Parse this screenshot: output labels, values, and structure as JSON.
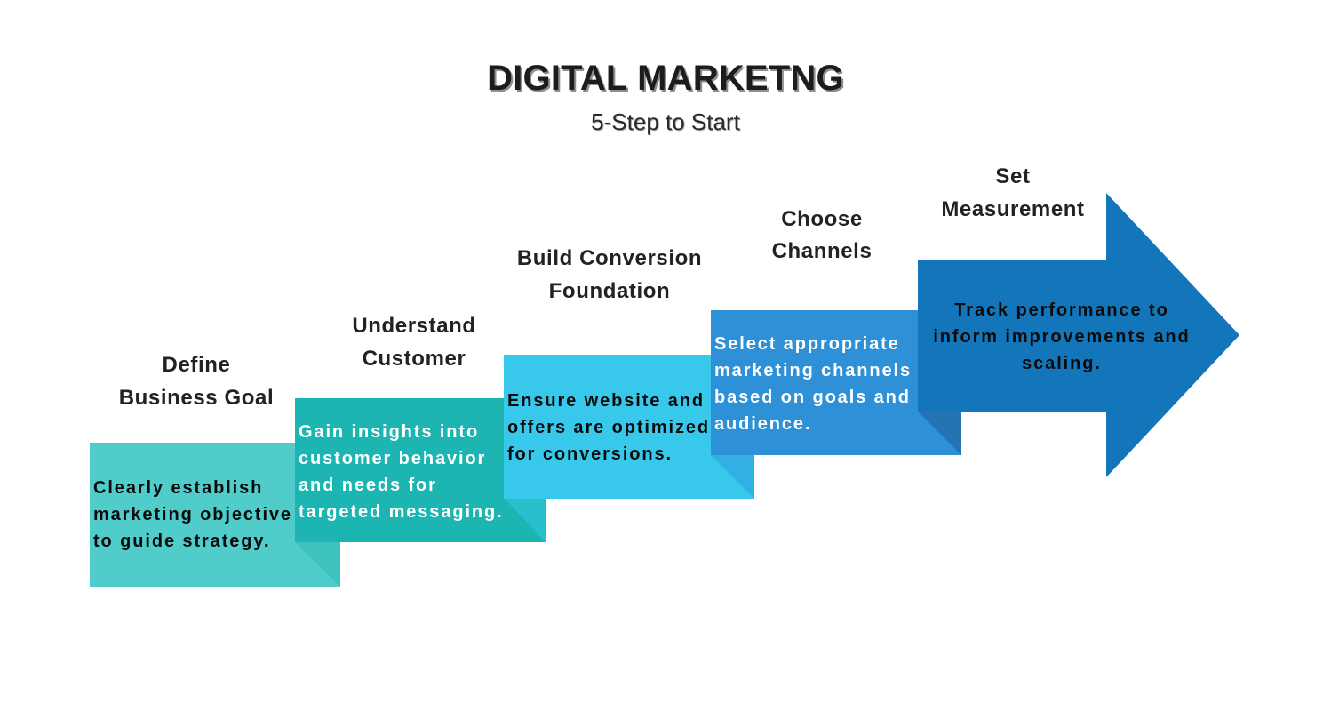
{
  "title": "DIGITAL MARKETNG",
  "subtitle": "5-Step to Start",
  "steps": [
    {
      "heading_lines": [
        "Define",
        "Business Goal"
      ],
      "description_lines": [
        "Clearly establish",
        "marketing objective",
        "to guide strategy."
      ],
      "color": "#50cdcb",
      "fold_color": "#3cc3c0",
      "text_color": "#0b0b0b"
    },
    {
      "heading_lines": [
        "Understand",
        "Customer"
      ],
      "description_lines": [
        "Gain insights into",
        "customer behavior",
        "and needs for",
        "targeted messaging."
      ],
      "color": "#1cb5b2",
      "fold_color": "#29bfcc",
      "text_color": "#ffffff"
    },
    {
      "heading_lines": [
        "Build Conversion",
        "Foundation"
      ],
      "description_lines": [
        "Ensure website and",
        "offers are optimized",
        "for conversions."
      ],
      "color": "#38c8ec",
      "fold_color": "#30b0e3",
      "text_color": "#0b0b0b"
    },
    {
      "heading_lines": [
        "Choose",
        "Channels"
      ],
      "description_lines": [
        "Select appropriate",
        "marketing channels",
        "based on goals and",
        "audience."
      ],
      "color": "#2e90d6",
      "fold_color": "#2573b2",
      "text_color": "#ffffff"
    },
    {
      "heading_lines": [
        "Set",
        "Measurement"
      ],
      "description_lines": [
        "Track performance to",
        "inform improvements and",
        "scaling."
      ],
      "color": "#1476ba",
      "text_color": "#0b0b0b"
    }
  ]
}
